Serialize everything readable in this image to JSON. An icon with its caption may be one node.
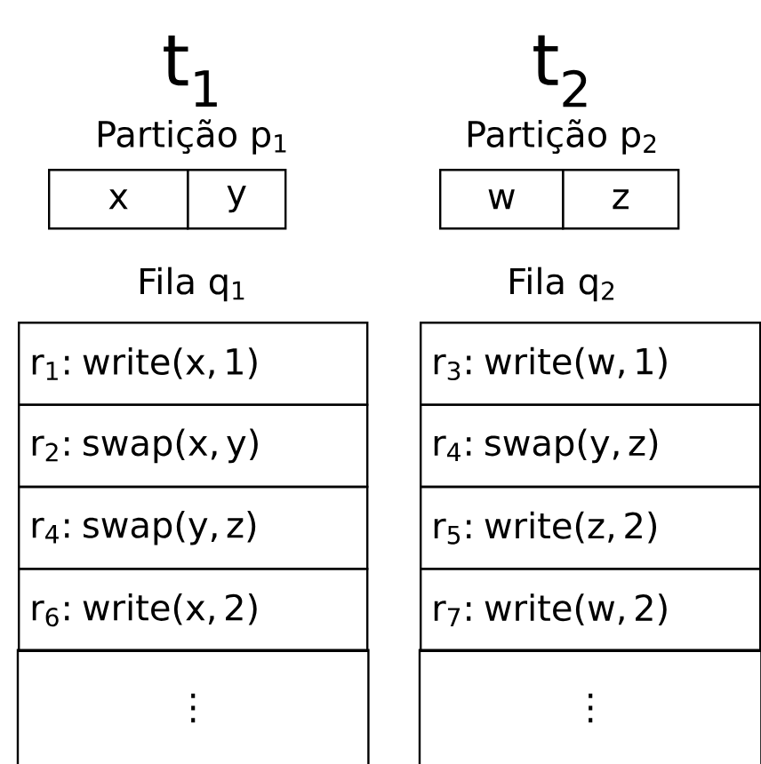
{
  "diagram": {
    "nodes": [
      {
        "text": [
          "x"
        ]
      },
      {
        "text": [
          "y"
        ]
      },
      {
        "text": [
          "w"
        ]
      },
      {
        "text": [
          "z"
        ]
      },
      {
        "text": [
          "r$_{1}$: write(x, 1)"
        ]
      },
      {
        "text": [
          "r$_{2}$: swap(x, y)"
        ]
      },
      {
        "text": [
          "r$_{4}$: swap(y, z)"
        ]
      },
      {
        "text": [
          "r$_{6}$: write(x, 2)"
        ]
      },
      {
        "text": [
          "⋮"
        ]
      },
      {
        "text": [
          "r$_{3}$: write(w, 1)"
        ]
      },
      {
        "text": [
          "r$_{4}$: swap(y, z)"
        ]
      },
      {
        "text": [
          "r$_{5}$: write(z, 2)"
        ]
      },
      {
        "text": [
          "r$_{7}$: write(w, 2)"
        ]
      },
      {
        "text": [
          "⋮"
        ]
      }
    ],
    "labels": [
      "t$_{1}$",
      "t$_{2}$",
      "Partição p$_{1}$",
      "Partição p$_{2}$",
      "Fila q$_{1}$",
      "Fila q$_{2}$"
    ]
  }
}
